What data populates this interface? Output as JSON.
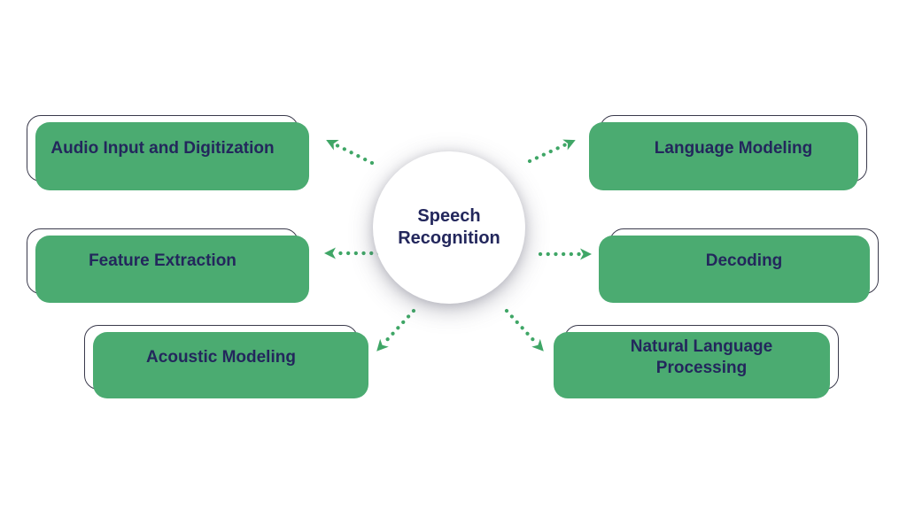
{
  "diagram": {
    "center": {
      "label": "Speech Recognition"
    },
    "nodes": [
      {
        "id": "audio-input-and-digitization",
        "label": "Audio Input and Digitization",
        "side": "left"
      },
      {
        "id": "feature-extraction",
        "label": "Feature Extraction",
        "side": "left"
      },
      {
        "id": "acoustic-modeling",
        "label": "Acoustic Modeling",
        "side": "left"
      },
      {
        "id": "language-modeling",
        "label": "Language Modeling",
        "side": "right"
      },
      {
        "id": "decoding",
        "label": "Decoding",
        "side": "right"
      },
      {
        "id": "natural-language-processing",
        "label": "Natural Language Processing",
        "side": "right"
      }
    ],
    "arrows": [
      {
        "name": "arrow-to-audio-input",
        "style": "dotted",
        "direction": "up-left"
      },
      {
        "name": "arrow-to-language-modeling",
        "style": "dotted",
        "direction": "up-right"
      },
      {
        "name": "arrow-to-feature-extraction",
        "style": "dotted",
        "direction": "left"
      },
      {
        "name": "arrow-to-decoding",
        "style": "dotted",
        "direction": "right"
      },
      {
        "name": "arrow-to-acoustic-modeling",
        "style": "dotted",
        "direction": "down-left"
      },
      {
        "name": "arrow-to-natural-language-processing",
        "style": "dotted",
        "direction": "down-right"
      }
    ],
    "colors": {
      "accent_green": "#4bab71",
      "arrow_green": "#3fa666",
      "text_navy": "#23275c",
      "box_border": "#3a3a4c",
      "background": "#ffffff"
    }
  }
}
